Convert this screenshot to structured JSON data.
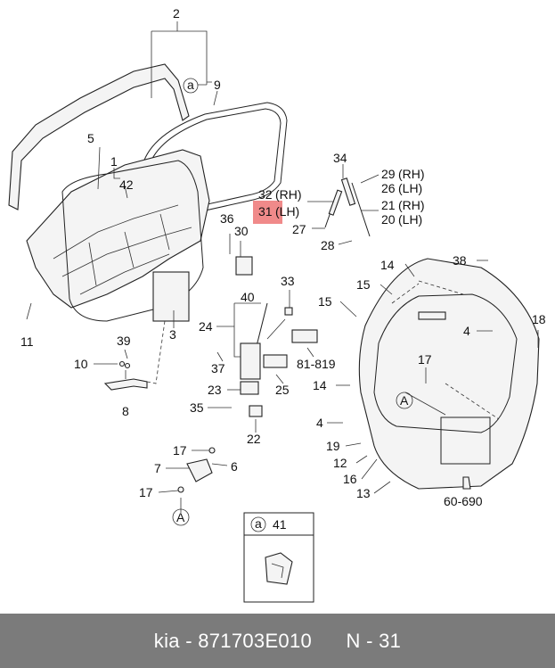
{
  "labels": {
    "l2": "2",
    "la": "a",
    "l9": "9",
    "l5": "5",
    "l1": "1",
    "l42": "42",
    "l34": "34",
    "l29": "29",
    "l29rh": "(RH)",
    "l26": "26",
    "l26lh": "(LH)",
    "l32": "32",
    "l32rh": "(RH)",
    "l31": "31",
    "l31lh": "(LH)",
    "l21": "21",
    "l21rh": "(RH)",
    "l20": "20",
    "l20lh": "(LH)",
    "l36": "36",
    "l30": "30",
    "l27": "27",
    "l28": "28",
    "l14a": "14",
    "l38": "38",
    "l15": "15",
    "l18": "18",
    "l4a": "4",
    "l11": "11",
    "l33": "33",
    "l40": "40",
    "l24": "24",
    "l3": "3",
    "l39": "39",
    "l10": "10",
    "l8": "8",
    "l37": "37",
    "l81819": "81-819",
    "l17a": "17",
    "l14b": "14",
    "l23": "23",
    "l25": "25",
    "lA1": "A",
    "l35": "35",
    "l22": "22",
    "l4b": "4",
    "l19": "19",
    "l12": "12",
    "l16": "16",
    "l13": "13",
    "l60690": "60-690",
    "l17b": "17",
    "l7": "7",
    "l6": "6",
    "l17c": "17",
    "lA2": "A",
    "inset_circle": "a",
    "inset_num": "41"
  },
  "highlight_color": "#f08a8a",
  "footer": {
    "text": "kia - 871703E010      N - 31"
  }
}
